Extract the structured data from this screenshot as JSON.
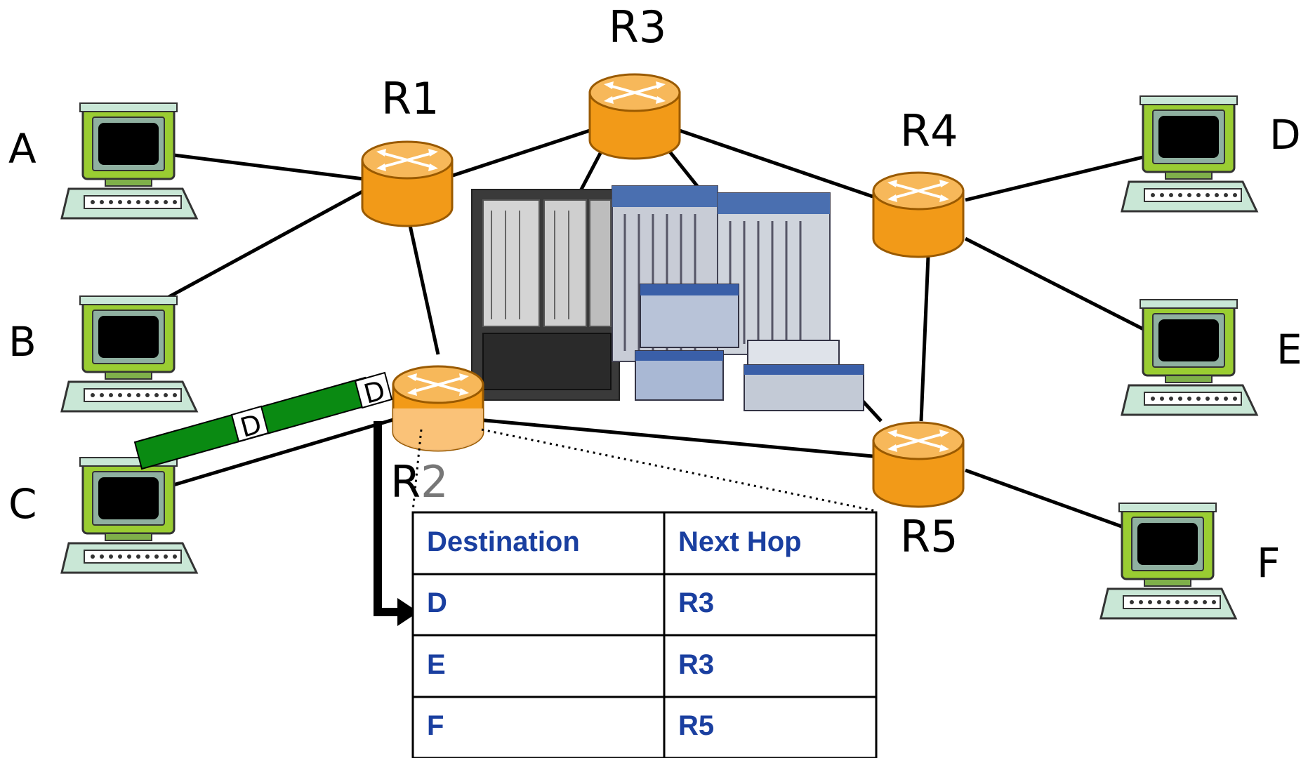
{
  "hosts": [
    {
      "id": "A",
      "label": "A"
    },
    {
      "id": "B",
      "label": "B"
    },
    {
      "id": "C",
      "label": "C"
    },
    {
      "id": "D",
      "label": "D"
    },
    {
      "id": "E",
      "label": "E"
    },
    {
      "id": "F",
      "label": "F"
    }
  ],
  "routers": [
    {
      "id": "R1",
      "label": "R1"
    },
    {
      "id": "R2",
      "label_first": "R",
      "label_second": "2"
    },
    {
      "id": "R3",
      "label": "R3"
    },
    {
      "id": "R4",
      "label": "R4"
    },
    {
      "id": "R5",
      "label": "R5"
    }
  ],
  "packet": {
    "dest_label_1": "D",
    "dest_label_2": "D"
  },
  "forwarding_table": {
    "headers": [
      "Destination",
      "Next Hop"
    ],
    "rows": [
      {
        "destination": "D",
        "next_hop": "R3"
      },
      {
        "destination": "E",
        "next_hop": "R3"
      },
      {
        "destination": "F",
        "next_hop": "R5"
      }
    ]
  },
  "colors": {
    "router_body": "#f29a18",
    "router_top": "#f7b85a",
    "host_green": "#9acd32",
    "packet_green": "#0a8a12",
    "table_text": "#1a3fa0"
  },
  "icons": {
    "host": "computer-icon",
    "router": "router-icon",
    "equipment": "router-hardware-photo"
  }
}
